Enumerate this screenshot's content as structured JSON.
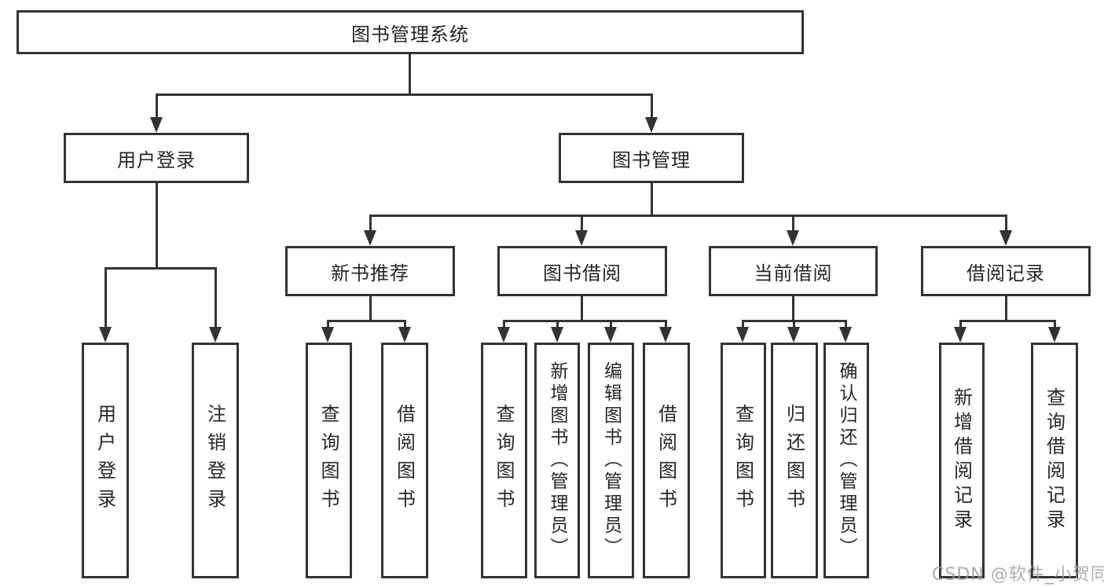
{
  "tree": {
    "root": {
      "label": "图书管理系统"
    },
    "branches": [
      {
        "label": "用户登录",
        "children": [
          {
            "label": "用户登录"
          },
          {
            "label": "注销登录"
          }
        ]
      },
      {
        "label": "图书管理",
        "children": [
          {
            "label": "新书推荐",
            "children": [
              {
                "label": "查询图书"
              },
              {
                "label": "借阅图书"
              }
            ]
          },
          {
            "label": "图书借阅",
            "children": [
              {
                "label": "查询图书"
              },
              {
                "label": "新增图书（管理员）"
              },
              {
                "label": "编辑图书（管理员）"
              },
              {
                "label": "借阅图书"
              }
            ]
          },
          {
            "label": "当前借阅",
            "children": [
              {
                "label": "查询图书"
              },
              {
                "label": "归还图书"
              },
              {
                "label": "确认归还（管理员）"
              }
            ]
          },
          {
            "label": "借阅记录",
            "children": [
              {
                "label": "新增借阅记录"
              },
              {
                "label": "查询借阅记录"
              }
            ]
          }
        ]
      }
    ]
  },
  "watermark": {
    "text": "CSDN @软件_小贺同学",
    "color": "#9e9e9e"
  },
  "colors": {
    "line": "#333333",
    "box_border": "#333333",
    "box_fill": "#ffffff",
    "text": "#262626",
    "background": "#ffffff"
  }
}
